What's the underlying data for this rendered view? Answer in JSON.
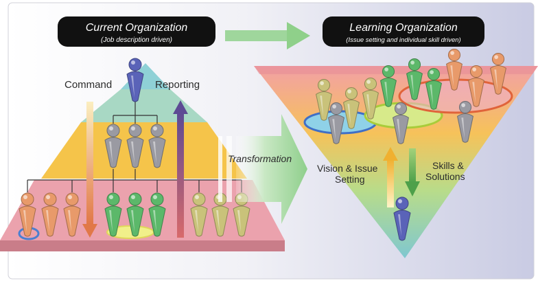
{
  "current_org": {
    "title": "Current Organization",
    "subtitle": "(Job description driven)"
  },
  "learning_org": {
    "title": "Learning Organization",
    "subtitle": "(Issue setting and individual skill driven)"
  },
  "labels": {
    "command": "Command",
    "reporting": "Reporting",
    "transformation": "Transformation",
    "vision_line1": "Vision & Issue",
    "vision_line2": "Setting",
    "skills_line1": "Skills &",
    "skills_line2": "Solutions"
  },
  "colors": {
    "pill": "#111111",
    "pyramid_top": "#8fd1d6",
    "pyramid_mid": "#f5c44a",
    "pyramid_bottom": "#eba2ad",
    "arrow_green": "#9fd69c",
    "command_arrow": "#e08a55",
    "reporting_arrow": "#6e4f8f",
    "person_blue": "#5a63b8",
    "person_grey": "#9a9aa2",
    "person_orange": "#e89a6a",
    "person_green": "#5cb86a",
    "person_olive": "#c9c27a"
  }
}
